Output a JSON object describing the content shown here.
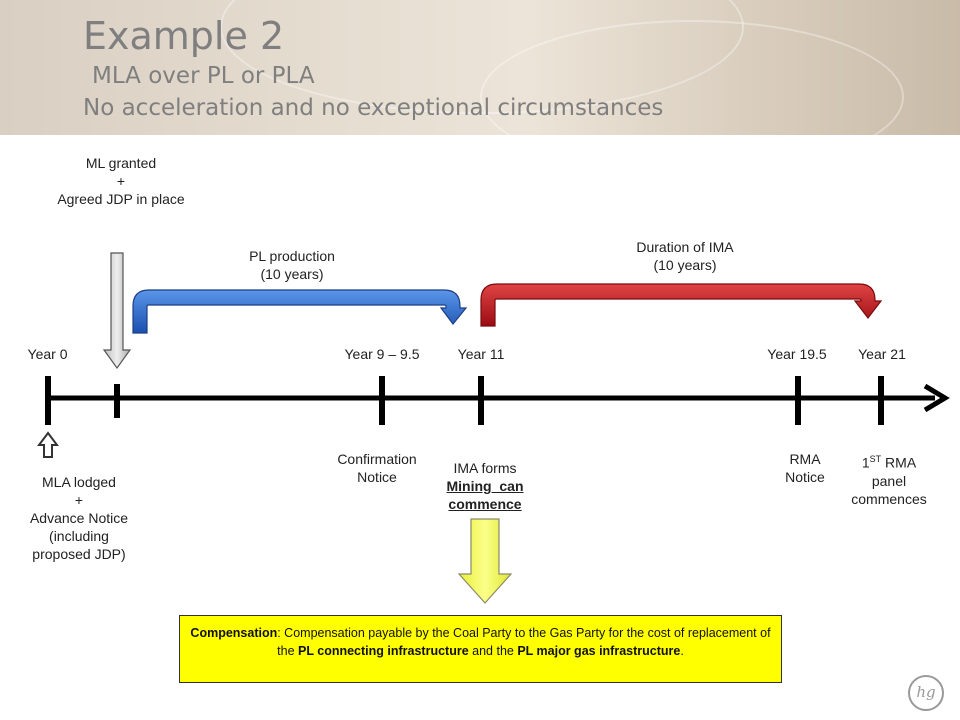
{
  "header": {
    "title": "Example 2",
    "subtitle": "MLA over PL or PLA",
    "subtitle2": "No acceleration and no exceptional circumstances"
  },
  "top_annotations": {
    "ml_granted": [
      "ML granted",
      "+",
      "Agreed JDP in place"
    ],
    "pl_production": [
      "PL production",
      "(10 years)"
    ],
    "ima_duration": [
      "Duration of IMA",
      "(10 years)"
    ]
  },
  "years": {
    "y0": "Year 0",
    "y9": "Year 9 – 9.5",
    "y11": "Year 11",
    "y19": "Year 19.5",
    "y21": "Year 21"
  },
  "bottom_annotations": {
    "mla": [
      "MLA lodged",
      "+",
      "Advance Notice",
      "(including",
      "proposed JDP)"
    ],
    "confirmation": [
      "Confirmation",
      "Notice"
    ],
    "ima": [
      "IMA forms",
      "Mining  can",
      "commence"
    ],
    "rma": [
      "RMA",
      "Notice"
    ],
    "panel_pre": "1",
    "panel_sup": "ST",
    "panel_rest": " RMA",
    "panel_lines": [
      "panel",
      "commences"
    ]
  },
  "compensation": {
    "label": "Compensation",
    "text1": ": Compensation payable by the Coal Party to the Gas Party for the cost of replacement of the ",
    "bold1": "PL connecting infrastructure",
    "text2": " and the ",
    "bold2": "PL major gas infrastructure",
    "text3": "."
  },
  "logo": {
    "text": "hg"
  },
  "colors": {
    "blue_arrow": "#1f5fc6",
    "red_arrow": "#c0141a",
    "yellow": "#ffff00",
    "title_grey": "#7f7f7f"
  }
}
